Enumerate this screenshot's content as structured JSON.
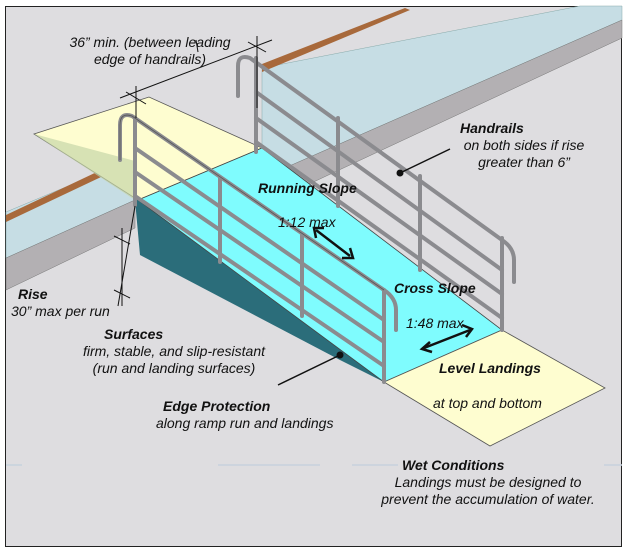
{
  "diagram": {
    "title": "Accessible ramp components",
    "colors": {
      "background": "#dedde0",
      "ramp_surface": "#7ffcfe",
      "landing": "#fefdd0",
      "upper_deck": "#c6dde4",
      "curb_side": "#b3b0b3",
      "ramp_side": "#2b6d7a",
      "handrail": "#8b8b8f",
      "wood_rail": "#a8693b"
    },
    "labels": {
      "width": {
        "line1": "36” min. (between leading",
        "line2": "edge of handrails)"
      },
      "handrails": {
        "title": "Handrails",
        "line1": "on both sides if rise",
        "line2": "greater than 6”"
      },
      "running_slope": {
        "title": "Running Slope",
        "value": "1:12 max"
      },
      "cross_slope": {
        "title": "Cross Slope",
        "value": "1:48 max"
      },
      "rise": {
        "title": "Rise",
        "value": "30” max per run"
      },
      "surfaces": {
        "title": "Surfaces",
        "line1": "firm, stable, and slip-resistant",
        "line2": "(run and landing surfaces)"
      },
      "level_landings": {
        "title": "Level Landings",
        "line1": "at top and bottom"
      },
      "edge_protection": {
        "title": "Edge Protection",
        "line1": "along ramp run and landings"
      },
      "wet_conditions": {
        "title": "Wet Conditions",
        "line1": "Landings must be designed to",
        "line2": "prevent the accumulation of water."
      }
    }
  }
}
